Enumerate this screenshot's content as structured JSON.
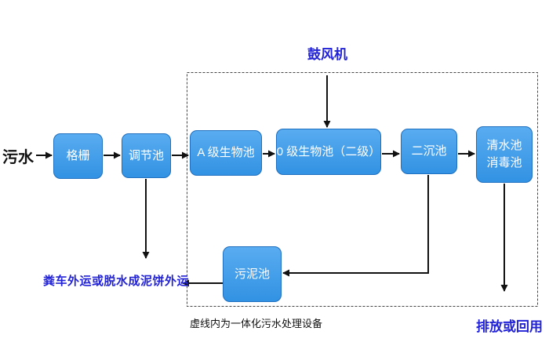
{
  "diagram": {
    "labels": {
      "sewage": "污水",
      "blower": "鼓风机",
      "sludge_out": "粪车外运或脱水成泥饼外运",
      "note": "虚线内为一体化污水处理设备",
      "discharge": "排放或回用"
    },
    "boxes": {
      "grille": "格栅",
      "regulating_tank": "调节池",
      "a_bio_tank": "A 级生物池",
      "o_bio_tank": "0 级生物池（二级）",
      "secondary_sedimentation": "二沉池",
      "clear_water_line1": "清水池",
      "clear_water_line2": "消毒池",
      "sludge_tank": "污泥池"
    },
    "colors": {
      "box_fill_top": "#59acf0",
      "box_fill_bottom": "#3292e3",
      "box_border": "#1e6fc0",
      "box_text": "#ffffff",
      "blue_label": "#2222d6",
      "arrow": "#111111",
      "dashed_border": "#444444"
    }
  }
}
